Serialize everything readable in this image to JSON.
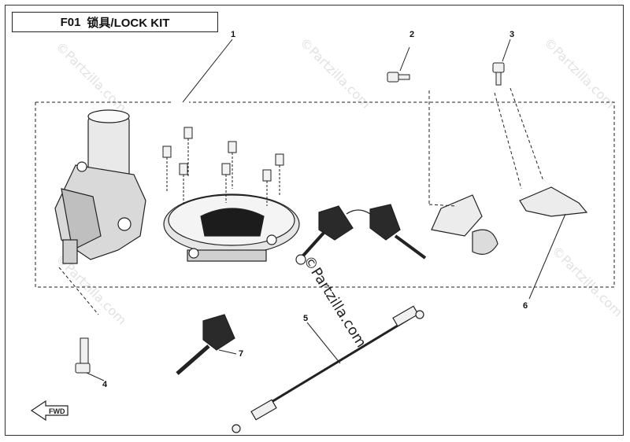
{
  "title": {
    "code": "F01",
    "name": "锁具/LOCK KIT"
  },
  "callouts": [
    {
      "id": "c1",
      "label": "1"
    },
    {
      "id": "c2",
      "label": "2"
    },
    {
      "id": "c3",
      "label": "3"
    },
    {
      "id": "c4",
      "label": "4"
    },
    {
      "id": "c5",
      "label": "5"
    },
    {
      "id": "c6",
      "label": "6"
    },
    {
      "id": "c7",
      "label": "7"
    }
  ],
  "direction_marker": "FWD",
  "watermark": "©Partzilla.com",
  "colors": {
    "line": "#222222",
    "watermark": "#c9c9c9"
  }
}
